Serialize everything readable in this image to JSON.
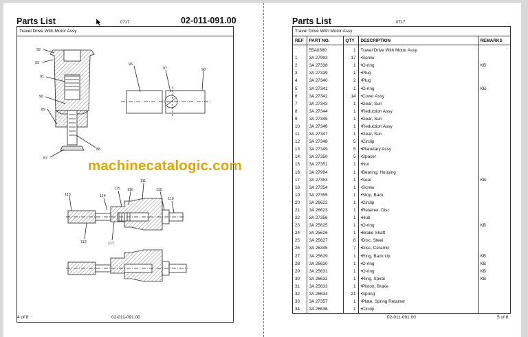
{
  "left_page": {
    "title": "Parts List",
    "code": "0717",
    "doc_number": "02-011-091.00",
    "caption": "Travel Drive With Motor Assy",
    "footer_page": "4 of 8",
    "footer_doc": "02-011-091.00",
    "callouts": [
      "92",
      "93",
      "91",
      "90",
      "89",
      "88",
      "87",
      "96",
      "97",
      "98",
      "113",
      "114",
      "115",
      "116",
      "111",
      "119",
      "118",
      "112",
      "117"
    ]
  },
  "right_page": {
    "title": "Parts List",
    "code": "0717",
    "caption": "Travel Drive With Motor Assy",
    "footer_doc": "02-011-091.00",
    "footer_page": "5 of 8",
    "columns": [
      "REF",
      "PART NO.",
      "QTY",
      "DESCRIPTION",
      "REMARKS"
    ],
    "rows": [
      [
        "",
        "55A0380",
        "1",
        "Travel Drive With Motor Assy",
        ""
      ],
      [
        "1",
        "3A 27993",
        "17",
        "•Screw",
        ""
      ],
      [
        "2",
        "3A 27338",
        "1",
        "•O-ring",
        "KB"
      ],
      [
        "3",
        "3A 27339",
        "1",
        "•Plug",
        ""
      ],
      [
        "4",
        "3A 27340",
        "2",
        "•Plug",
        ""
      ],
      [
        "5",
        "3A 27341",
        "1",
        "•O-ring",
        "KB"
      ],
      [
        "6",
        "3A 27342",
        "14",
        "•Cover Assy",
        ""
      ],
      [
        "7",
        "3A 27343",
        "1",
        "•Gear, Sun",
        ""
      ],
      [
        "8",
        "3A 27344",
        "1",
        "•Reduction Assy",
        ""
      ],
      [
        "9",
        "3A 27345",
        "1",
        "•Gear, Sun",
        ""
      ],
      [
        "10",
        "3A 27346",
        "1",
        "•Reduction Assy",
        ""
      ],
      [
        "11",
        "3A 27347",
        "1",
        "•Gear, Sun",
        ""
      ],
      [
        "12",
        "3A 27348",
        "5",
        "•Circlip",
        ""
      ],
      [
        "13",
        "3A 27349",
        "5",
        "•Planetary Assy",
        ""
      ],
      [
        "14",
        "3A 27350",
        "5",
        "•Spacer",
        ""
      ],
      [
        "15",
        "3A 27351",
        "1",
        "•Nut",
        ""
      ],
      [
        "16",
        "3A 27994",
        "1",
        "•Bearing, Housing",
        ""
      ],
      [
        "17",
        "3A 27353",
        "1",
        "•Seal",
        "KB"
      ],
      [
        "18",
        "3A 27354",
        "1",
        "•Screw",
        ""
      ],
      [
        "19",
        "3A 27355",
        "1",
        "•Stop, Back",
        ""
      ],
      [
        "20",
        "3A 26622",
        "1",
        "•Circlip",
        ""
      ],
      [
        "21",
        "3A 26623",
        "1",
        "•Retainer, Disc",
        ""
      ],
      [
        "22",
        "3A 27356",
        "1",
        "•Hub",
        ""
      ],
      [
        "23",
        "3A 25625",
        "1",
        "•O-ring",
        "KB"
      ],
      [
        "24",
        "3A 25626",
        "1",
        "•Brake Shaft",
        ""
      ],
      [
        "25",
        "3A 25627",
        "6",
        "•Disc, Steel",
        ""
      ],
      [
        "26",
        "3A 26345",
        "7",
        "•Disc, Ceramic",
        ""
      ],
      [
        "27",
        "3A 25629",
        "1",
        "•Ring, Back Up",
        "KB"
      ],
      [
        "28",
        "3A 26630",
        "1",
        "•O-ring",
        "KB"
      ],
      [
        "29",
        "3A 25631",
        "1",
        "•O-ring",
        "KB"
      ],
      [
        "30",
        "3A 26632",
        "1",
        "•Ring, Spiral",
        "KB"
      ],
      [
        "31",
        "3A 25633",
        "1",
        "•Piston, Brake",
        ""
      ],
      [
        "32",
        "3A 26634",
        "21",
        "•Spring",
        ""
      ],
      [
        "33",
        "3A 27357",
        "1",
        "•Plate, Spring Retainer",
        ""
      ],
      [
        "34",
        "3A 26636",
        "1",
        "•Circlip",
        ""
      ]
    ]
  },
  "watermark": "machinecatalogic.com",
  "colors": {
    "watermark": "#e3a500",
    "background": "#d9d9d9"
  }
}
